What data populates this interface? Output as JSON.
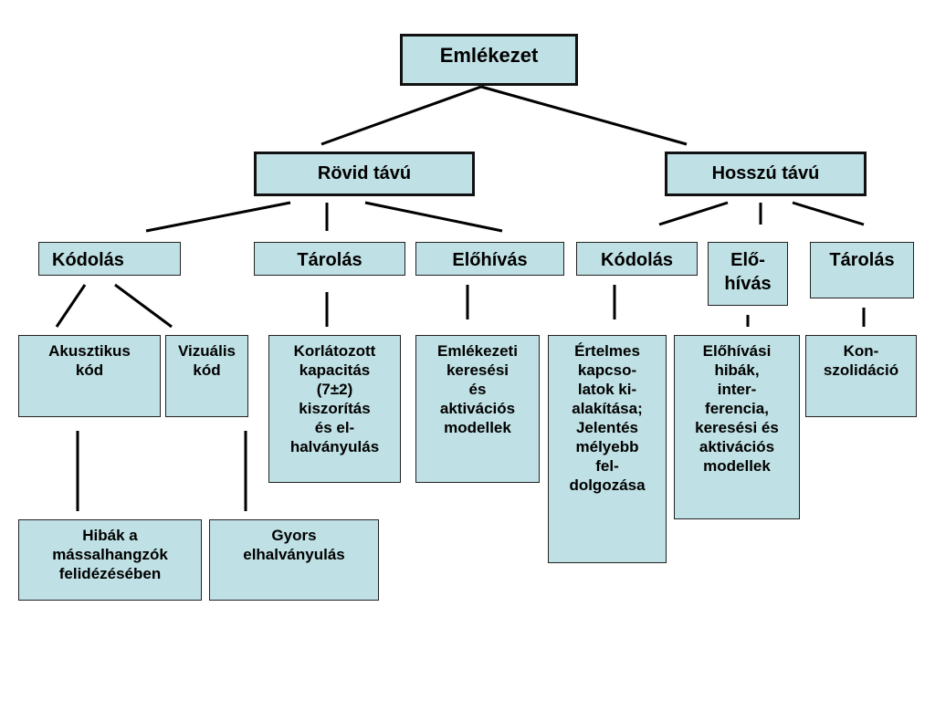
{
  "root": "Emlékezet",
  "short_term": {
    "title": "Rövid távú",
    "coding": "Kódolás",
    "storage": "Tárolás",
    "retrieval": "Előhívás",
    "acoustic": "Akusztikus\nkód",
    "visual": "Vizuális\nkód",
    "storage_detail": "Korlátozott\nkapacitás\n(7±2)\nkiszorítás\nés el-\nhalványulás",
    "retrieval_detail": "Emlékezeti\nkeresési\nés\naktivációs\nmodellek",
    "acoustic_errors": "Hibák a\nmássalhangzók\nfelidézésében",
    "visual_decay": "Gyors\nelhalványulás"
  },
  "long_term": {
    "title": "Hosszú távú",
    "coding": "Kódolás",
    "retrieval": "Elő-\nhívás",
    "storage": "Tárolás",
    "coding_detail": "Értelmes\nkapcso-\nlatok ki-\nalakítása;\nJelentés\nmélyebb\nfel-\ndolgozása",
    "retrieval_detail": "Előhívási\nhibák,\ninter-\nferencia,\nkeresési és\naktivációs\nmodellek",
    "storage_detail": "Kon-\nszolidáció"
  }
}
